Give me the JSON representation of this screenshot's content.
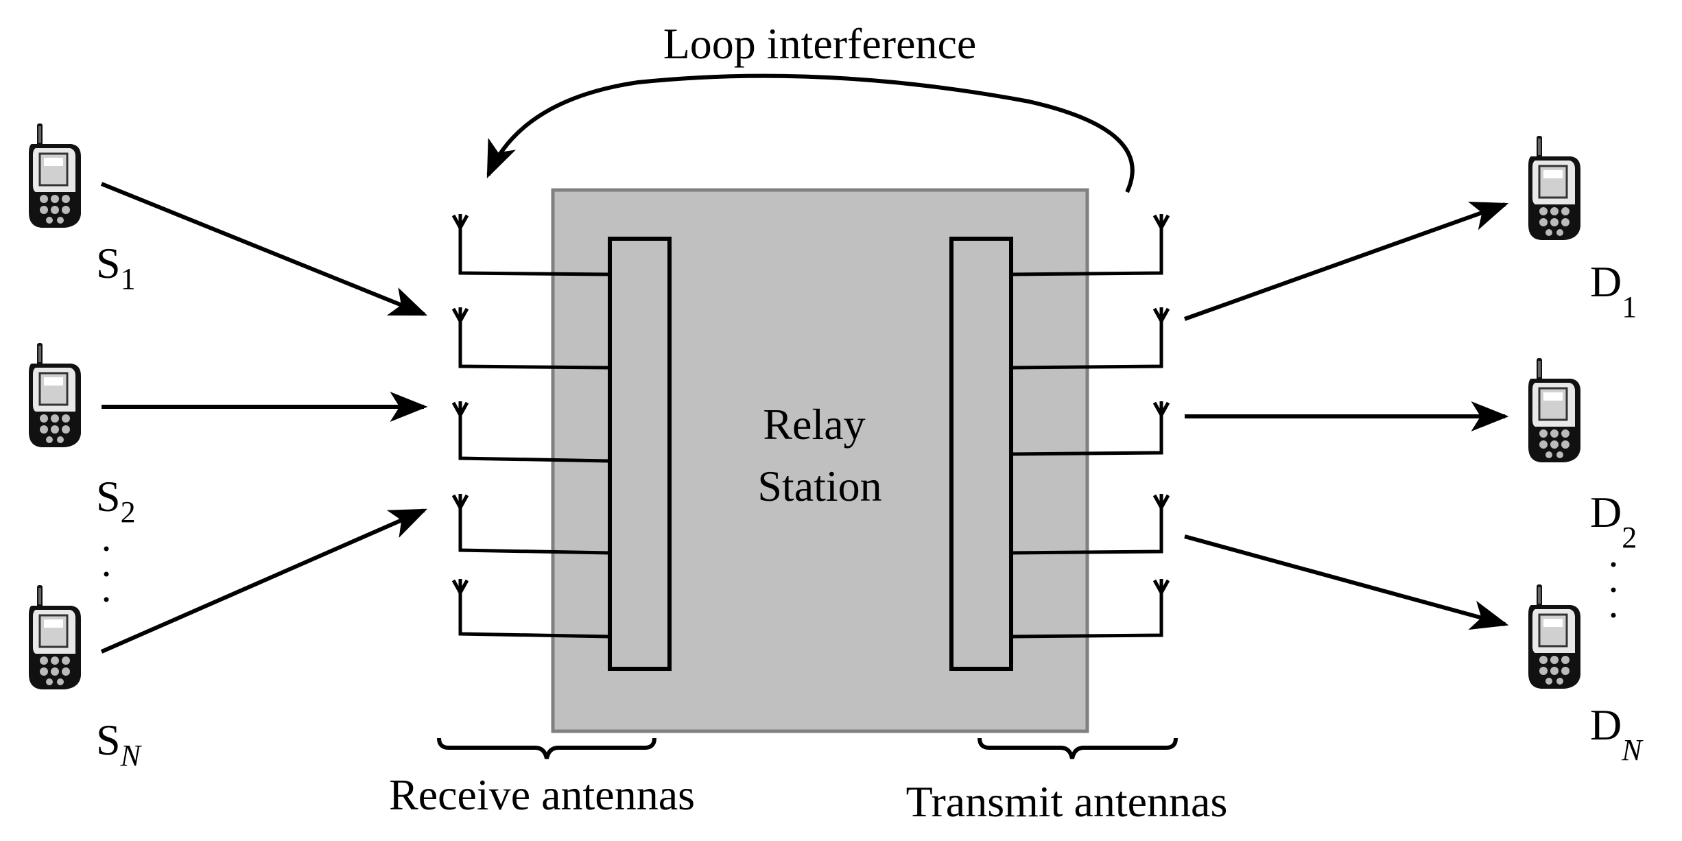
{
  "labels": {
    "loop_interference": "Loop interference",
    "relay_line1": "Relay",
    "relay_line2": "Station",
    "receive_antennas": "Receive antennas",
    "transmit_antennas": "Transmit antennas"
  },
  "sources": [
    {
      "letter": "S",
      "sub": "1"
    },
    {
      "letter": "S",
      "sub": "2"
    },
    {
      "letter": "S",
      "sub": "N"
    }
  ],
  "destinations": [
    {
      "letter": "D",
      "sub": "1"
    },
    {
      "letter": "D",
      "sub": "2"
    },
    {
      "letter": "D",
      "sub": "N"
    }
  ],
  "ellipsis": "·\n·\n·",
  "colors": {
    "relay_fill": "#c0c0c0",
    "relay_border": "#808080",
    "panel_fill": "#c0c0c0",
    "line": "#000000"
  },
  "icons": {
    "source_device": "mobile-phone-icon",
    "destination_device": "mobile-phone-icon",
    "antenna": "antenna-icon"
  }
}
